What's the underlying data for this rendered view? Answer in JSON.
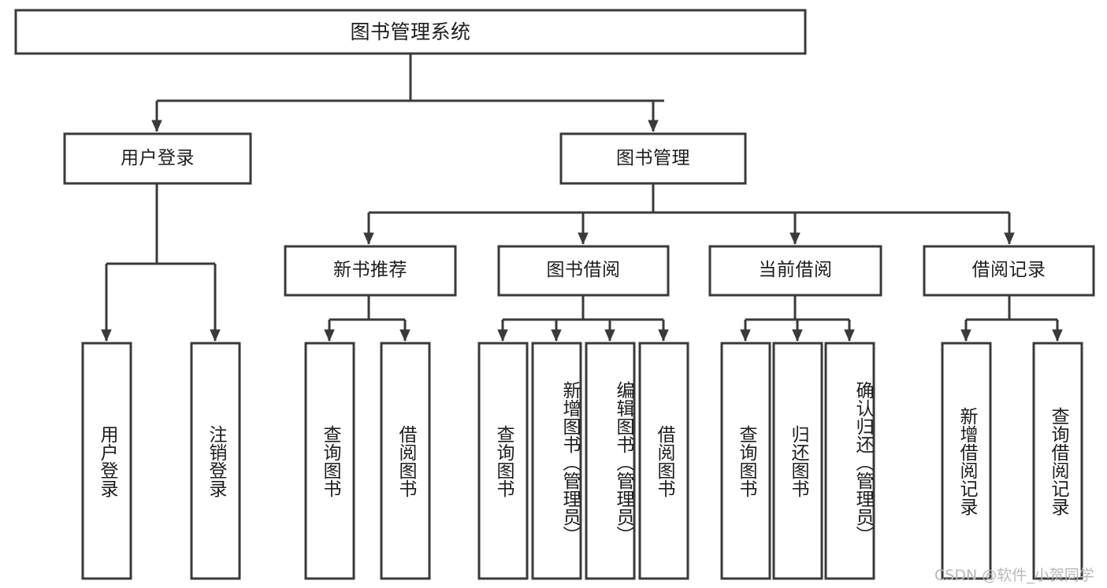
{
  "diagram": {
    "type": "tree-hierarchy-chart",
    "title": "图书管理系统",
    "orientation": "top-down",
    "colors": {
      "box_stroke": "#3a3a3a",
      "box_fill": "#ffffff",
      "connector": "#3a3a3a",
      "text": "#1d1d1d",
      "background": "#ffffff",
      "watermark": "#b9b9b9"
    },
    "root": {
      "label": "图书管理系统"
    },
    "level2": [
      {
        "label": "用户登录"
      },
      {
        "label": "图书管理"
      }
    ],
    "level3": [
      {
        "label": "新书推荐"
      },
      {
        "label": "图书借阅"
      },
      {
        "label": "当前借阅"
      },
      {
        "label": "借阅记录"
      }
    ],
    "leaves": {
      "user_login": [
        {
          "label": "用户登录"
        },
        {
          "label": "注销登录"
        }
      ],
      "new_book_recommend": [
        {
          "label": "查询图书"
        },
        {
          "label": "借阅图书"
        }
      ],
      "book_borrow": [
        {
          "label": "查询图书"
        },
        {
          "label": "新增图书（管理员）"
        },
        {
          "label": "编辑图书（管理员）"
        },
        {
          "label": "借阅图书"
        }
      ],
      "current_borrow": [
        {
          "label": "查询图书"
        },
        {
          "label": "归还图书"
        },
        {
          "label": "确认归还（管理员）"
        }
      ],
      "borrow_record": [
        {
          "label": "新增借阅记录"
        },
        {
          "label": "查询借阅记录"
        }
      ]
    },
    "watermark": "CSDN @软件_小贺同学"
  }
}
